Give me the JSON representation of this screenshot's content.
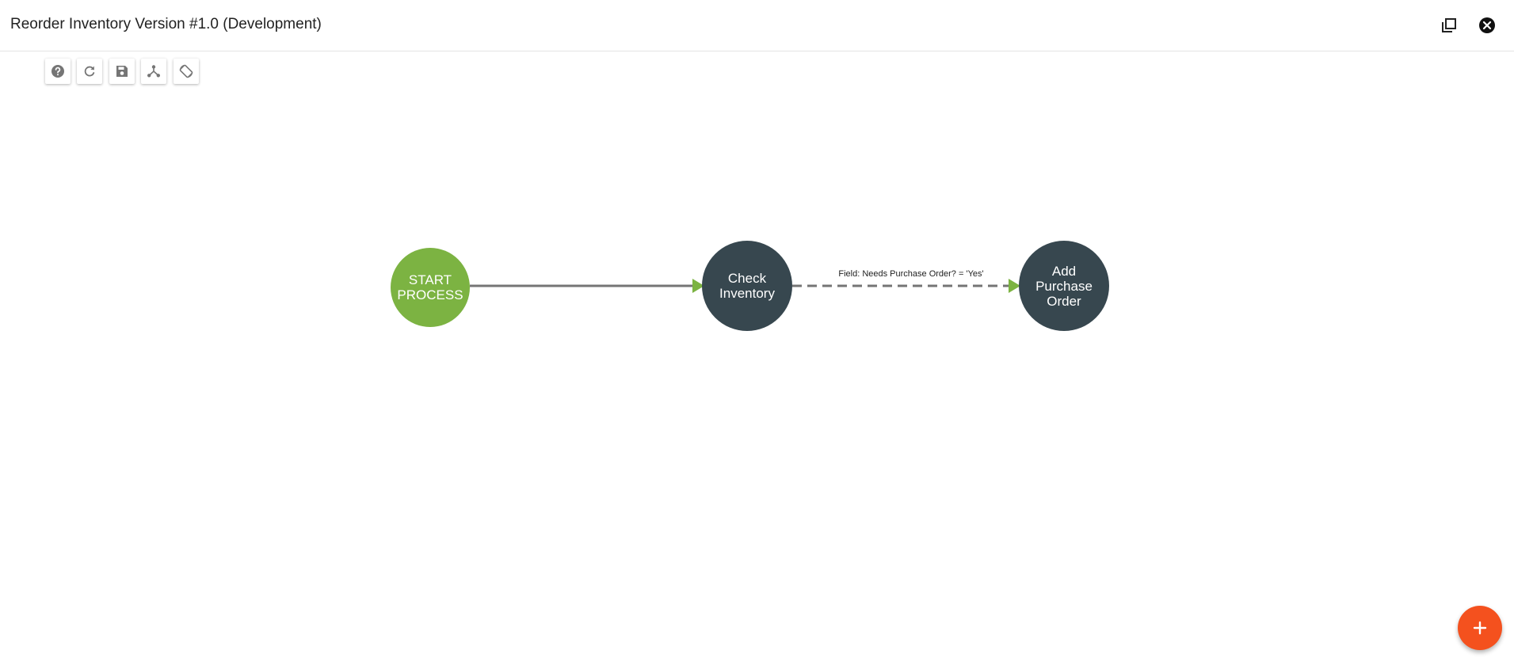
{
  "header": {
    "title": "Reorder Inventory Version #1.0 (Development)",
    "actions": [
      {
        "icon": "maximize-icon"
      },
      {
        "icon": "close-icon"
      }
    ]
  },
  "toolbar": {
    "tools": [
      {
        "icon": "help-icon"
      },
      {
        "icon": "refresh-icon"
      },
      {
        "icon": "save-icon"
      },
      {
        "icon": "layout-icon"
      },
      {
        "icon": "rotate-icon"
      }
    ]
  },
  "workflow": {
    "nodes": [
      {
        "id": "start",
        "label": "START\nPROCESS",
        "type": "start"
      },
      {
        "id": "check",
        "label": "Check\nInventory",
        "type": "task"
      },
      {
        "id": "add",
        "label": "Add\nPurchase\nOrder",
        "type": "task"
      }
    ],
    "edges": [
      {
        "from": "start",
        "to": "check",
        "style": "solid",
        "label": ""
      },
      {
        "from": "check",
        "to": "add",
        "style": "dashed",
        "label": "Field: Needs Purchase Order? = 'Yes'"
      }
    ]
  },
  "colors": {
    "start_node": "#7cb342",
    "task_node": "#37474f",
    "edge_line": "#757575",
    "arrow": "#7cb342",
    "fab": "#f4511e"
  },
  "fab": {
    "icon": "plus-icon"
  }
}
